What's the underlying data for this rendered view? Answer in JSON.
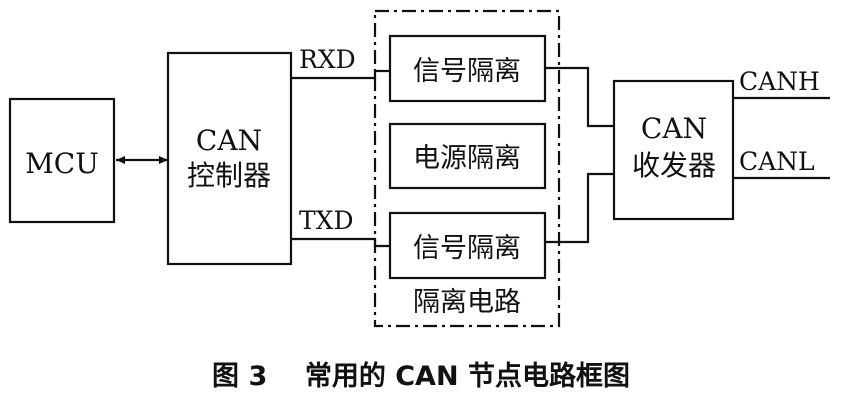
{
  "mcu": "MCU",
  "controller": {
    "line1": "CAN",
    "line2": "控制器"
  },
  "signals": {
    "rxd": "RXD",
    "txd": "TXD"
  },
  "isolation": {
    "signal_top": "信号隔离",
    "power": "电源隔离",
    "signal_bottom": "信号隔离",
    "group_label": "隔离电路"
  },
  "transceiver": {
    "line1": "CAN",
    "line2": "收发器"
  },
  "bus": {
    "canh": "CANH",
    "canl": "CANL"
  },
  "caption": "图 3    常用的 CAN 节点电路框图"
}
